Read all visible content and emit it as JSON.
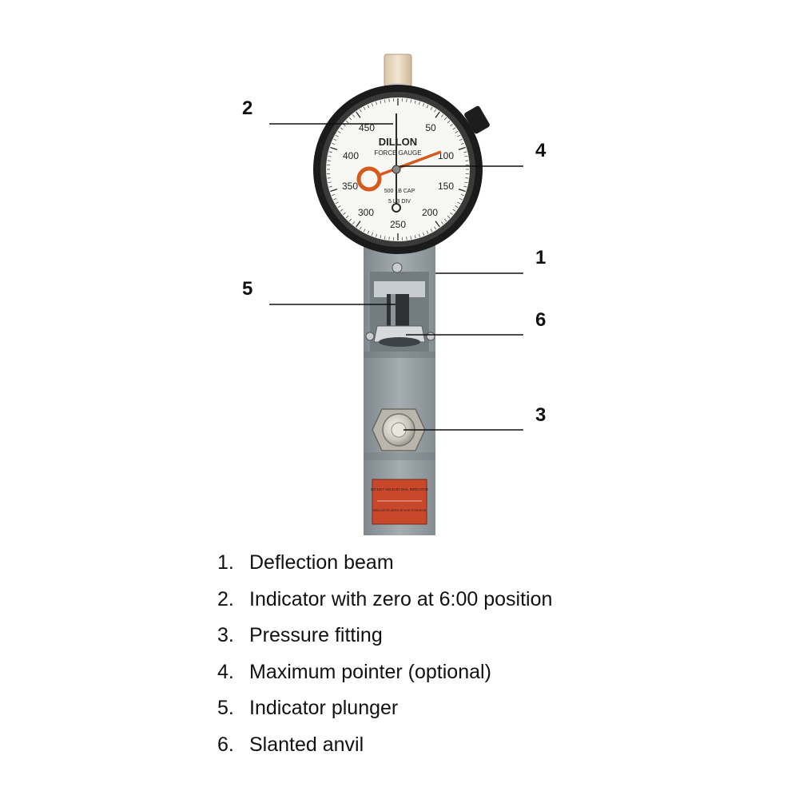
{
  "gauge": {
    "brand": "DILLON",
    "model": "FORCE GAUGE",
    "dial_numbers": [
      "450",
      "50",
      "400",
      "100",
      "350",
      "150",
      "300",
      "200",
      "250"
    ],
    "capacity_text": "500 LB CAP",
    "division_text": "5 LB DIV",
    "warning_label_top": "DO NOT HOLD BY DIAL INDICATOR",
    "warning_label_bottom": "INDICATOR ZERO AT 6:00 POSITION"
  },
  "callouts": [
    "2",
    "4",
    "1",
    "5",
    "6",
    "3"
  ],
  "legend": [
    {
      "num": "1.",
      "text": "Deflection beam"
    },
    {
      "num": "2.",
      "text": "Indicator with zero at 6:00 position"
    },
    {
      "num": "3.",
      "text": "Pressure fitting"
    },
    {
      "num": "4.",
      "text": "Maximum pointer (optional)"
    },
    {
      "num": "5.",
      "text": "Indicator plunger"
    },
    {
      "num": "6.",
      "text": "Slanted anvil"
    }
  ],
  "colors": {
    "beam": "#9aa3a8",
    "bezel": "#1a1a1a",
    "max_pointer": "#d45a1e",
    "warning_label": "#c9472a"
  }
}
